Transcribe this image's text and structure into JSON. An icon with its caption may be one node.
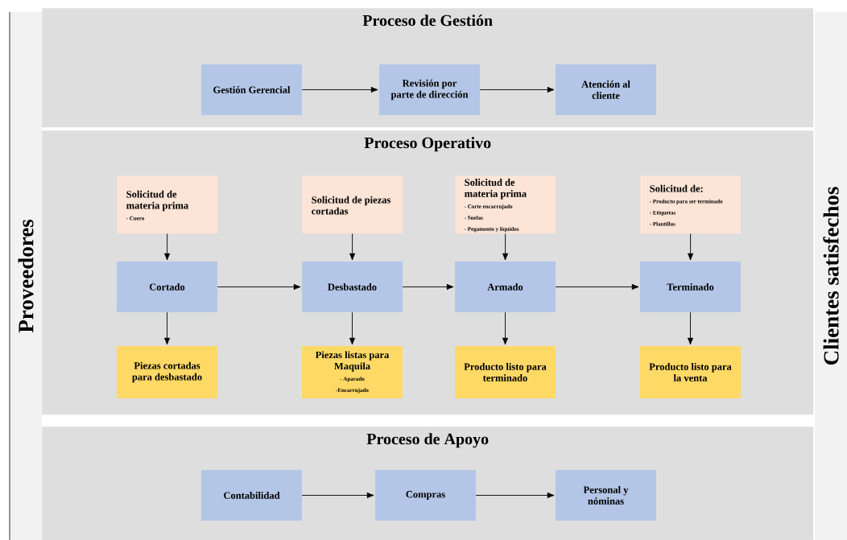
{
  "diagram": {
    "nodes": [
      {
        "text": [
          "Proveedores"
        ]
      },
      {
        "text": [
          "Clientes satisfechos"
        ]
      },
      {
        "text": [
          "Proceso de Gestión"
        ]
      },
      {
        "text": [
          "Gestión Gerencial"
        ],
        "in": 2
      },
      {
        "text": [
          "Revisión por parte de dirección"
        ],
        "in": 2
      },
      {
        "text": [
          "Atención al cliente"
        ],
        "in": 2
      },
      {
        "text": [
          "Proceso Operativo"
        ]
      },
      {
        "text": [
          "Solicitud de materia prima",
          "- Cuero"
        ],
        "in": 6
      },
      {
        "text": [
          "Solicitud de piezas cortadas"
        ],
        "in": 6
      },
      {
        "text": [
          "Solicitud de materia prima",
          "- Corte encarrujado",
          "- Suelas",
          "- Pegamento y líquidos"
        ],
        "in": 6
      },
      {
        "text": [
          "Solicitud de:",
          "- Producto para ser terminado",
          "- Etiquetas",
          "- Plantillas"
        ],
        "in": 6
      },
      {
        "text": [
          "Cortado"
        ],
        "in": 6
      },
      {
        "text": [
          "Desbastado"
        ],
        "in": 6
      },
      {
        "text": [
          "Armado"
        ],
        "in": 6
      },
      {
        "text": [
          "Terminado"
        ],
        "in": 6
      },
      {
        "text": [
          "Piezas cortadas para desbastado"
        ],
        "in": 6
      },
      {
        "text": [
          "Piezas listas para Maquila",
          "- Aparado",
          "-Encarrujado"
        ],
        "in": 6
      },
      {
        "text": [
          "Producto listo para terminado"
        ],
        "in": 6
      },
      {
        "text": [
          "Producto listo para la venta"
        ],
        "in": 6
      },
      {
        "text": [
          "Proceso de Apoyo"
        ]
      },
      {
        "text": [
          "Contabilidad"
        ],
        "in": 19
      },
      {
        "text": [
          "Compras"
        ],
        "in": 19
      },
      {
        "text": [
          "Personal y nóminas"
        ],
        "in": 19
      }
    ],
    "edges": [
      {
        "from": 3,
        "to": 4,
        "arrow": "to"
      },
      {
        "from": 4,
        "to": 5,
        "arrow": "to"
      },
      {
        "from": 7,
        "to": 11,
        "arrow": "to"
      },
      {
        "from": 8,
        "to": 12,
        "arrow": "to"
      },
      {
        "from": 9,
        "to": 13,
        "arrow": "to"
      },
      {
        "from": 10,
        "to": 14,
        "arrow": "to"
      },
      {
        "from": 11,
        "to": 12,
        "arrow": "to"
      },
      {
        "from": 12,
        "to": 13,
        "arrow": "to"
      },
      {
        "from": 13,
        "to": 14,
        "arrow": "to"
      },
      {
        "from": 11,
        "to": 15,
        "arrow": "to"
      },
      {
        "from": 12,
        "to": 16,
        "arrow": "to"
      },
      {
        "from": 13,
        "to": 17,
        "arrow": "to"
      },
      {
        "from": 14,
        "to": 18,
        "arrow": "to"
      },
      {
        "from": 20,
        "to": 21,
        "arrow": "to"
      },
      {
        "from": 21,
        "to": 22,
        "arrow": "to"
      }
    ]
  }
}
